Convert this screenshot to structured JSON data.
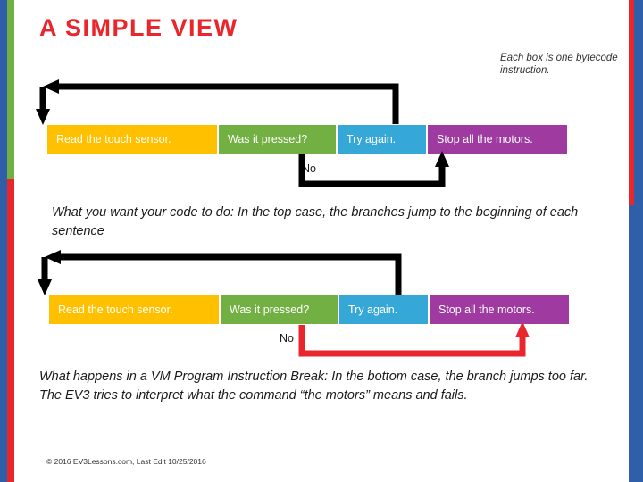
{
  "title": "A SIMPLE VIEW",
  "side_note": "Each box is one bytecode instruction.",
  "flows": [
    {
      "name": "top-flow",
      "arrow_color": "#000000",
      "no_label": "No",
      "boxes": [
        {
          "label": "Read the touch sensor.",
          "color": "#ffc000",
          "width": 192
        },
        {
          "label": "Was it pressed?",
          "color": "#73b043",
          "width": 133
        },
        {
          "label": "Try again.",
          "color": "#36a8d8",
          "width": 101
        },
        {
          "label": "Stop all the motors.",
          "color": "#9f3ba0",
          "width": 158
        }
      ]
    },
    {
      "name": "bottom-flow",
      "arrow_color": "#e8262c",
      "no_label": "No",
      "boxes": [
        {
          "label": "Read the touch sensor.",
          "color": "#ffc000",
          "width": 192
        },
        {
          "label": "Was it pressed?",
          "color": "#73b043",
          "width": 133
        },
        {
          "label": "Try again.",
          "color": "#36a8d8",
          "width": 101
        },
        {
          "label": "Stop all the motors.",
          "color": "#9f3ba0",
          "width": 158
        }
      ]
    }
  ],
  "paragraphs": {
    "top": "What you want your code to do: In the top case, the branches jump to the beginning of each sentence",
    "bottom": "What happens in a VM Program Instruction Break: In the bottom case, the branch jumps too far. The EV3 tries to interpret what the command “the motors” means and fails."
  },
  "footer": "© 2016 EV3Lessons.com, Last Edit 10/25/2016",
  "colors": {
    "title": "#e8262c",
    "left_bar_blue": "#2f5fa8",
    "left_bar_green": "#73b043",
    "left_bar_red": "#e8262c",
    "right_bar_blue": "#2f5fa8"
  }
}
